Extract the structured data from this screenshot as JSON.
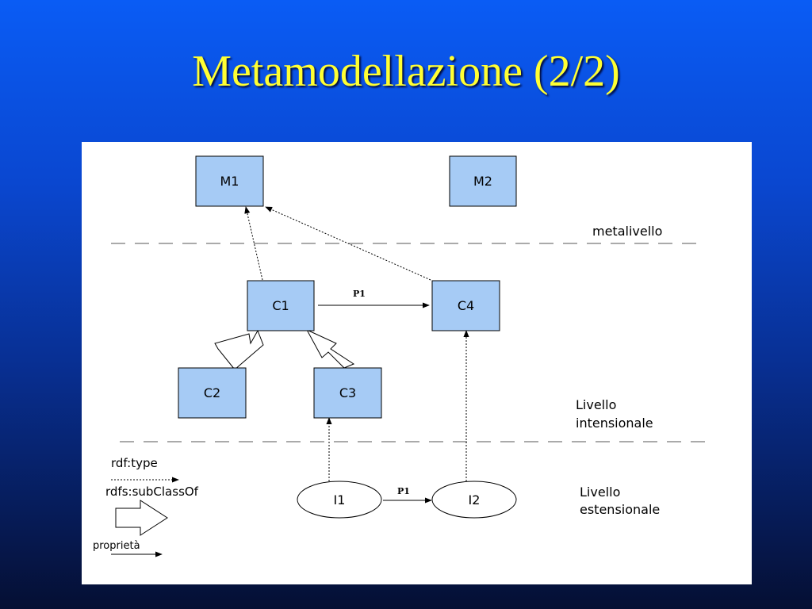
{
  "slide": {
    "title": "Metamodellazione (2/2)"
  },
  "levels": {
    "meta": "metalivello",
    "intensional_line1": "Livello",
    "intensional_line2": "intensionale",
    "extensional_line1": "Livello",
    "extensional_line2": "estensionale"
  },
  "nodes": {
    "M1": "M1",
    "M2": "M2",
    "C1": "C1",
    "C2": "C2",
    "C3": "C3",
    "C4": "C4",
    "I1": "I1",
    "I2": "I2"
  },
  "edges": {
    "c1_c4_label": "P1",
    "i1_i2_label": "P1"
  },
  "legend": {
    "type": "rdf:type",
    "subclass": "rdfs:subClassOf",
    "property": "proprietà"
  },
  "colors": {
    "box_fill": "#a6cbf5",
    "title": "#ffff33"
  }
}
